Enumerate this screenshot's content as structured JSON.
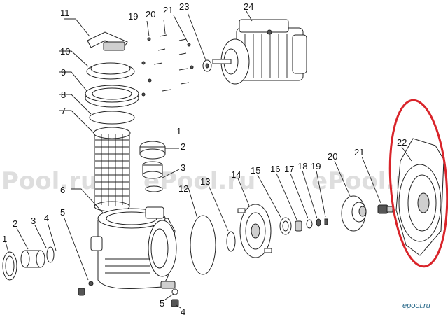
{
  "watermarks": [
    "Pool.ru",
    "ePool.ru",
    "ePool.ru"
  ],
  "logo_text": "epool.ru",
  "highlight_color": "#d9242a",
  "callouts": [
    {
      "key": "p11",
      "text": "11"
    },
    {
      "key": "p19a",
      "text": "19"
    },
    {
      "key": "p20a",
      "text": "20"
    },
    {
      "key": "p21a",
      "text": "21"
    },
    {
      "key": "p23",
      "text": "23"
    },
    {
      "key": "p24",
      "text": "24"
    },
    {
      "key": "p10",
      "text": "10"
    },
    {
      "key": "p9",
      "text": "9"
    },
    {
      "key": "p8",
      "text": "8"
    },
    {
      "key": "p7",
      "text": "7"
    },
    {
      "key": "p1r",
      "text": "1"
    },
    {
      "key": "p2r",
      "text": "2"
    },
    {
      "key": "p3r",
      "text": "3"
    },
    {
      "key": "p6",
      "text": "6"
    },
    {
      "key": "p12",
      "text": "12"
    },
    {
      "key": "p13",
      "text": "13"
    },
    {
      "key": "p14",
      "text": "14"
    },
    {
      "key": "p15",
      "text": "15"
    },
    {
      "key": "p16",
      "text": "16"
    },
    {
      "key": "p17",
      "text": "17"
    },
    {
      "key": "p18",
      "text": "18"
    },
    {
      "key": "p19b",
      "text": "19"
    },
    {
      "key": "p20b",
      "text": "20"
    },
    {
      "key": "p21b",
      "text": "21"
    },
    {
      "key": "p22",
      "text": "22"
    },
    {
      "key": "p1l",
      "text": "1"
    },
    {
      "key": "p2l",
      "text": "2"
    },
    {
      "key": "p3l",
      "text": "3"
    },
    {
      "key": "p4l",
      "text": "4"
    },
    {
      "key": "p5l",
      "text": "5"
    },
    {
      "key": "p5b",
      "text": "5"
    },
    {
      "key": "p4b",
      "text": "4"
    }
  ]
}
